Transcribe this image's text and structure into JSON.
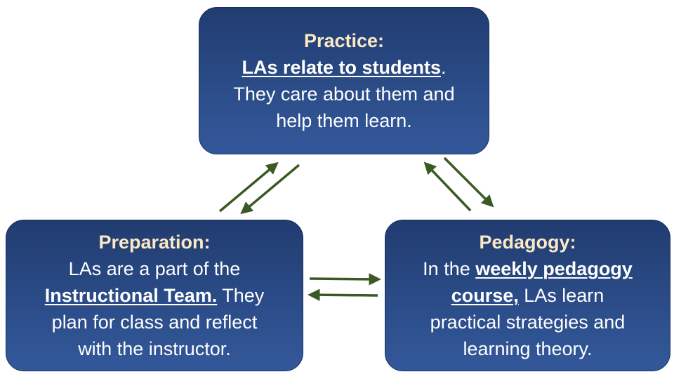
{
  "practice": {
    "heading": "Practice:",
    "emph": "LAs relate to students",
    "emph_suffix": ".",
    "line3": "They care about them and",
    "line4": "help them learn."
  },
  "preparation": {
    "heading": "Preparation:",
    "line2": "LAs are a part of the",
    "emph": "Instructional Team.",
    "after_emph": " They",
    "line4": "plan for class and reflect",
    "line5": "with the instructor."
  },
  "pedagogy": {
    "heading": "Pedagogy:",
    "before_emph": "In the ",
    "emph1": "weekly pedagogy",
    "emph2": "course,",
    "after_emph": " LAs learn",
    "line4": "practical strategies and",
    "line5": "learning theory."
  },
  "colors": {
    "box_fill": "#2b4c88",
    "heading": "#fbe9c4",
    "body_text": "#ffffff",
    "arrow": "#3b5a23"
  },
  "arrows": [
    {
      "name": "arrow-preparation-to-practice",
      "from": "preparation",
      "to": "practice"
    },
    {
      "name": "arrow-practice-to-preparation",
      "from": "practice",
      "to": "preparation"
    },
    {
      "name": "arrow-pedagogy-to-practice",
      "from": "pedagogy",
      "to": "practice"
    },
    {
      "name": "arrow-practice-to-pedagogy",
      "from": "practice",
      "to": "pedagogy"
    },
    {
      "name": "arrow-preparation-to-pedagogy",
      "from": "preparation",
      "to": "pedagogy"
    },
    {
      "name": "arrow-pedagogy-to-preparation",
      "from": "pedagogy",
      "to": "preparation"
    }
  ]
}
